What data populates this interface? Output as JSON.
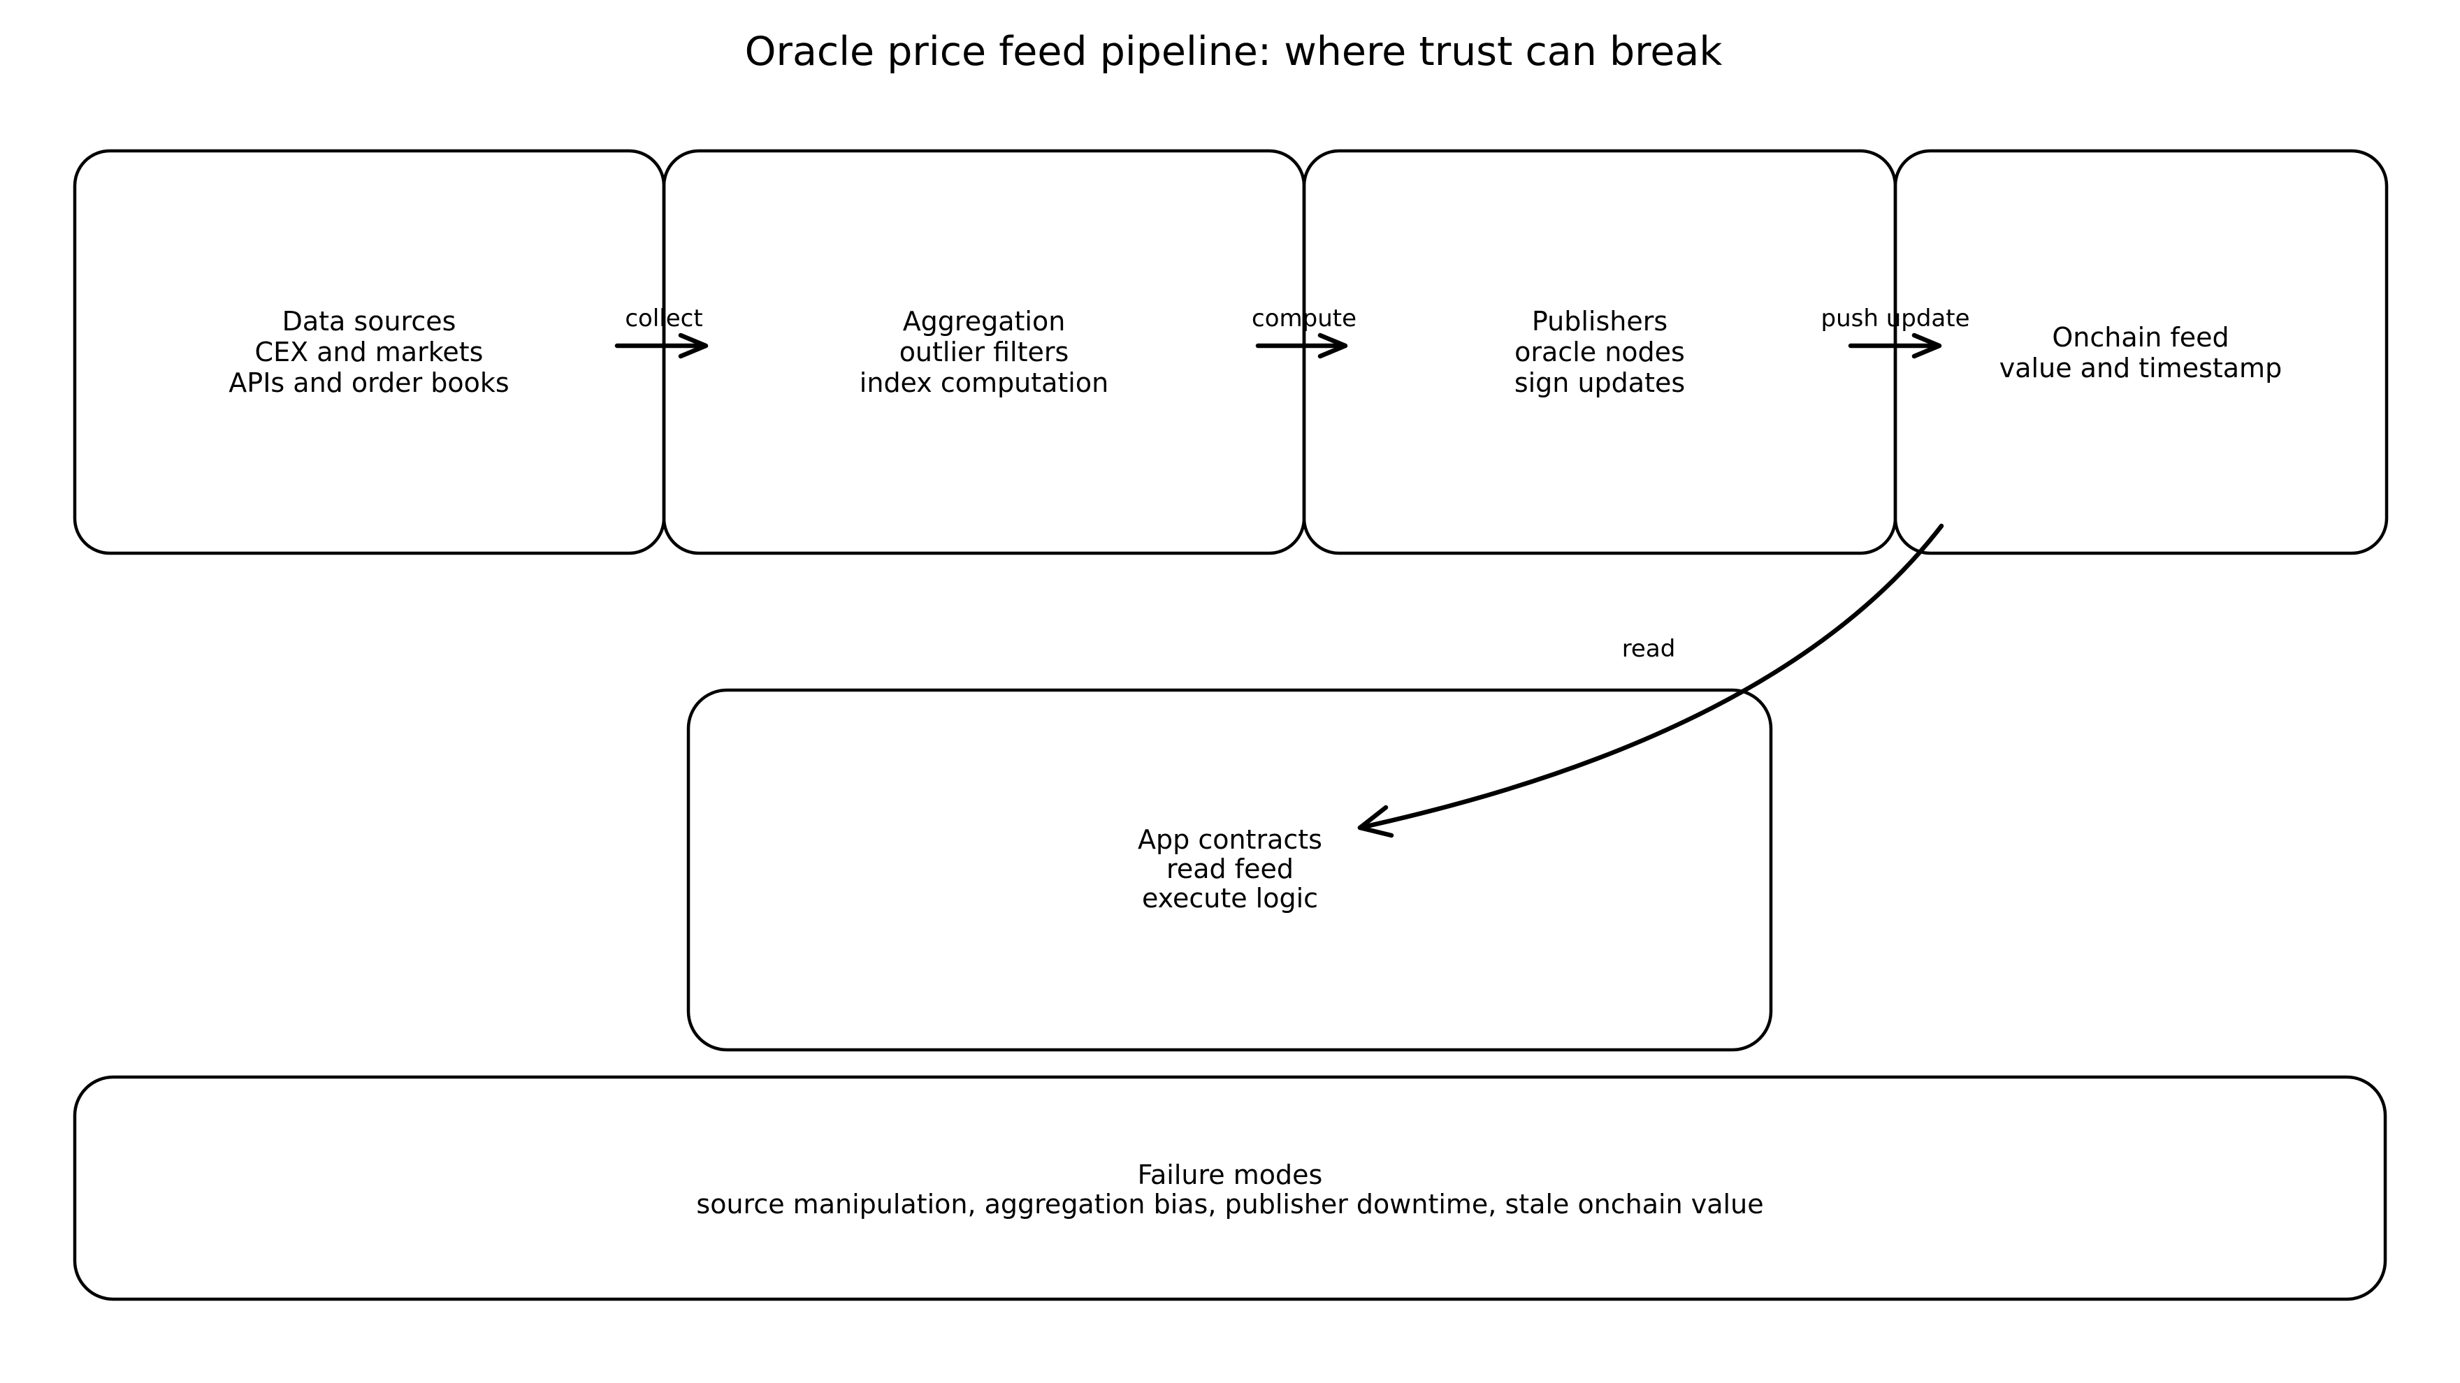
{
  "title": "Oracle price feed pipeline: where trust can break",
  "pipeline": {
    "stages": [
      {
        "id": "data-sources",
        "lines": [
          "Data sources",
          "CEX and markets",
          "APIs and order books"
        ]
      },
      {
        "id": "aggregation",
        "lines": [
          "Aggregation",
          "outlier filters",
          "index computation"
        ]
      },
      {
        "id": "publishers",
        "lines": [
          "Publishers",
          "oracle nodes",
          "sign updates"
        ]
      },
      {
        "id": "onchain-feed",
        "lines": [
          "Onchain feed",
          "value and timestamp"
        ]
      }
    ],
    "arrows": [
      {
        "label": "collect"
      },
      {
        "label": "compute"
      },
      {
        "label": "push update"
      }
    ]
  },
  "read_arrow": {
    "label": "read"
  },
  "app_box": {
    "lines": [
      "App contracts",
      "read feed",
      "execute logic"
    ]
  },
  "failure_box": {
    "lines": [
      "Failure modes",
      "source manipulation, aggregation bias, publisher downtime, stale onchain value"
    ]
  },
  "colors": {
    "background": "#ffffff",
    "line": "#000000",
    "text": "#000000"
  }
}
